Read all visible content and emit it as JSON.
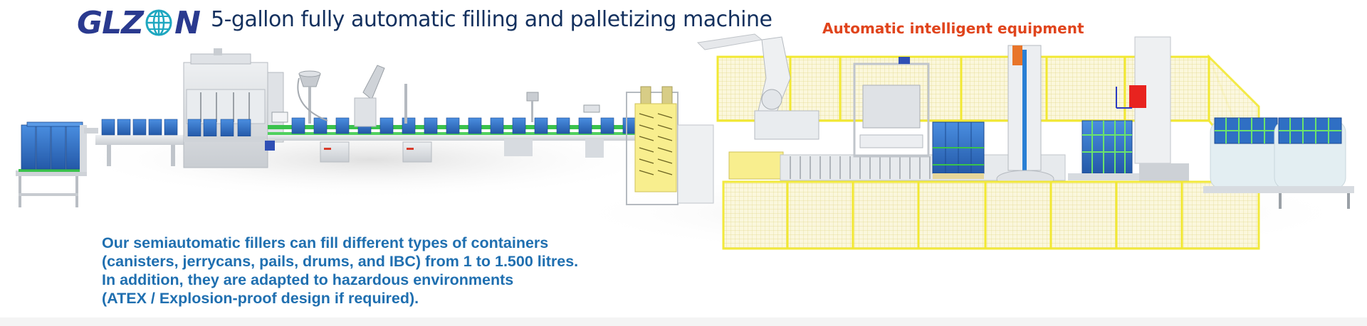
{
  "header": {
    "logo_text_left": "GLZ",
    "logo_text_right": "N",
    "logo_icon": "globe-icon",
    "title": "5-gallon fully automatic filling and palletizing machine",
    "subtitle": "Automatic intelligent equipment"
  },
  "description": {
    "lines": [
      "Our semiautomatic fillers can fill different types of containers",
      "(canisters, jerrycans, pails, drums, and IBC) from 1 to 1.500 litres.",
      "In addition, they are adapted to hazardous environments",
      "(ATEX / Explosion-proof design if required)."
    ]
  },
  "illustration": {
    "stations": [
      "container-infeed-pallet",
      "filling-machine",
      "cap-feeder",
      "capping-machine",
      "labeling-station",
      "coding-station",
      "pallet-dispenser",
      "palletizing-robot",
      "layer-forming-station",
      "pallet-wrapping-machine",
      "strapping-machine",
      "finished-pallets"
    ]
  },
  "colors": {
    "logo": "#2a3a8f",
    "logo_globe": "#1ea7c0",
    "title": "#13305e",
    "subtitle": "#e0441c",
    "description": "#1f6fb0",
    "container_blue": "#2f6fc4",
    "conveyor_green": "#35c24a",
    "fence_yellow": "#f2e832",
    "fence_mesh": "#f8f3cf"
  }
}
